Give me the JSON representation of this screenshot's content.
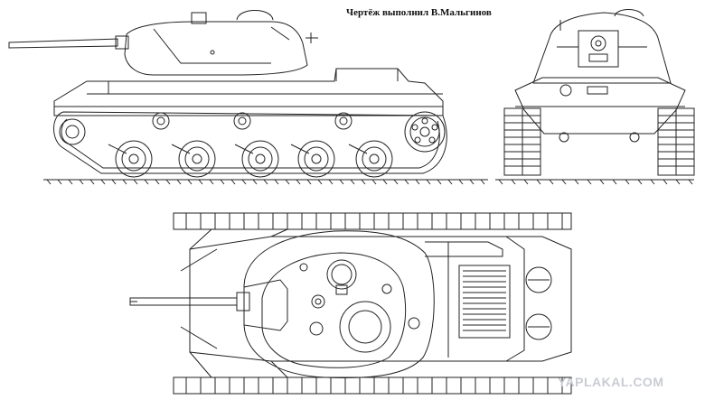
{
  "drawing": {
    "caption": "Чертёж  выполнил В.Мальгинов",
    "watermark": "YAPLAKAL.COM",
    "views": [
      "side-view",
      "front-view",
      "top-view"
    ]
  },
  "colors": {
    "line": "#222222",
    "background": "#ffffff",
    "watermark": "#c9ccd2"
  }
}
